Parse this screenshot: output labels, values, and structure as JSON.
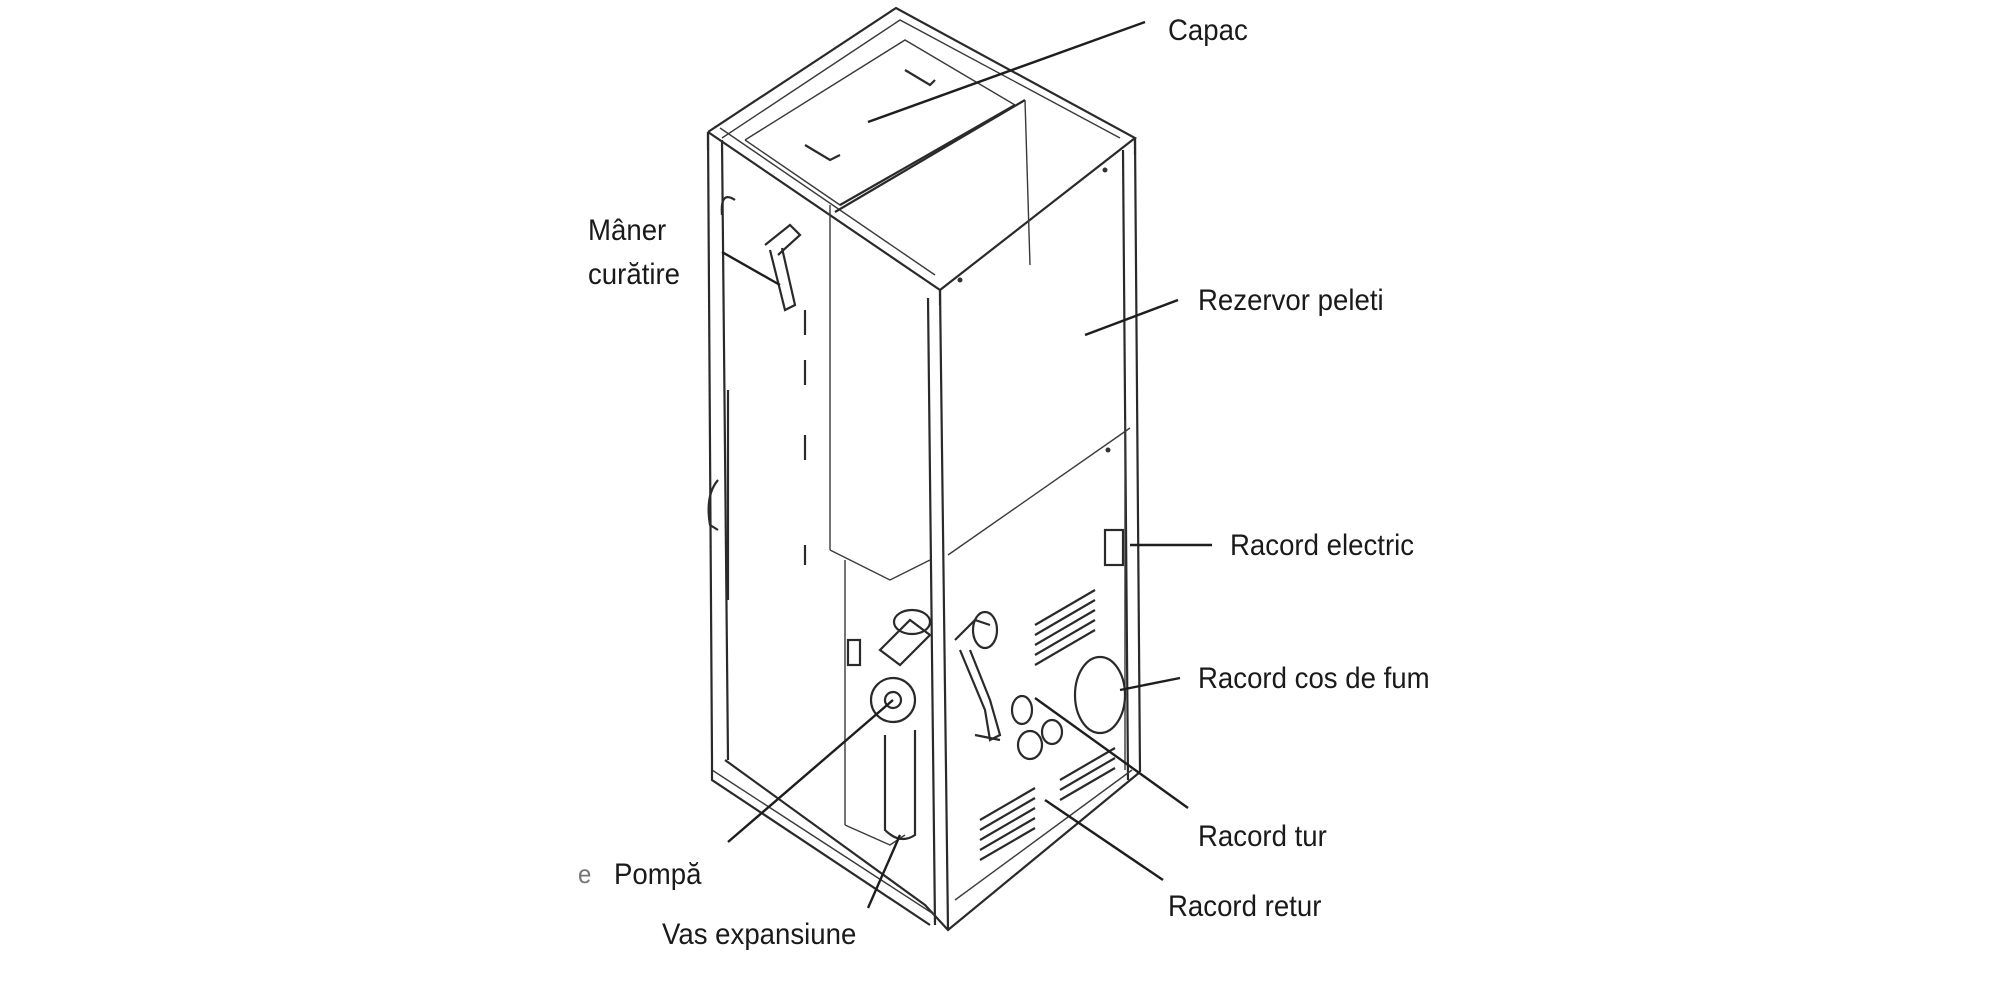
{
  "labels": {
    "capac": "Capac",
    "maner_line1": "Mâner",
    "maner_line2": "curătire",
    "rezervor": "Rezervor peleti",
    "electric": "Racord electric",
    "cos_fum": "Racord cos de fum",
    "tur": "Racord tur",
    "retur": "Racord retur",
    "pompa": "Pompă",
    "vas": "Vas expansiune",
    "edge_fragment": "e"
  }
}
